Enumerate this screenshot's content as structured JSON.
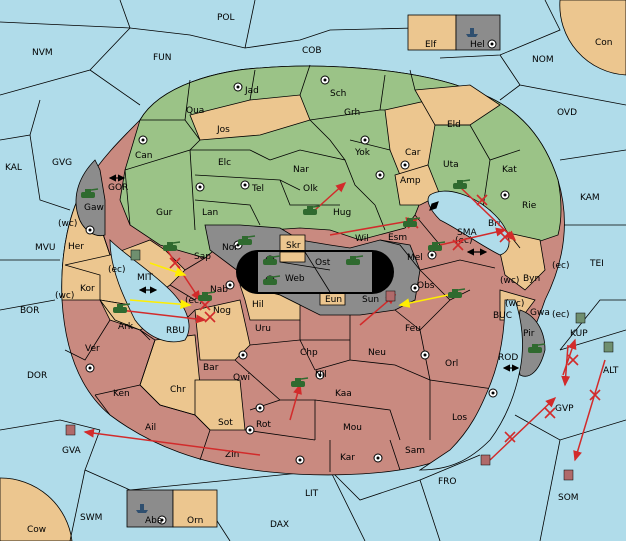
{
  "colors": {
    "sea": "#b0dcea",
    "neutral": "#e8c594",
    "green": "#9bc387",
    "red": "#c98a80",
    "gray": "#8c8c8c",
    "sand": "#ecc68f",
    "order_red": "#d22b2b",
    "order_yellow": "#ffee00"
  },
  "sea_labels": {
    "POL": "POL",
    "NVM": "NVM",
    "FUN": "FUN",
    "COB": "COB",
    "NOM": "NOM",
    "Con": "Con",
    "OVD": "OVD",
    "KAL": "KAL",
    "GVG": "GVG",
    "KAM": "KAM",
    "TEI": "TEI",
    "MVU": "MVU",
    "BOR": "BOR",
    "DOR": "DOR",
    "GVA": "GVA",
    "SWM": "SWM",
    "Cow": "Cow",
    "LIT": "LIT",
    "DAX": "DAX",
    "FRO": "FRO",
    "SOM": "SOM",
    "GVP": "GVP",
    "ALT": "ALT",
    "BUC": "BUC",
    "KUP": "KUP",
    "ROD": "ROD",
    "SMA": "SMA",
    "GOR": "GOR",
    "MIT": "MIT",
    "RBU": "RBU"
  },
  "land_labels": {
    "Elf": "Elf",
    "Hel": "Hel",
    "Jad": "Jad",
    "Sch": "Sch",
    "Qua": "Qua",
    "Jos": "Jos",
    "Grh": "Grh",
    "Eld": "Eld",
    "Can": "Can",
    "Yok": "Yok",
    "Car": "Car",
    "Uta": "Uta",
    "Kat": "Kat",
    "Elc": "Elc",
    "Nar": "Nar",
    "Olk": "Olk",
    "Amp": "Amp",
    "Tel": "Tel",
    "Lan": "Lan",
    "Gur": "Gur",
    "Hug": "Hug",
    "Rie": "Rie",
    "Bri": "Bri",
    "Gaw": "Gaw",
    "Nor": "Nor",
    "Skr": "Skr",
    "Wil": "Wil",
    "Esm": "Esm",
    "Her": "Her",
    "Sap": "Sap",
    "Ost": "Ost",
    "Mel": "Mel",
    "Byn": "Byn",
    "Web": "Web",
    "Kor": "Kor",
    "Nab": "Nab",
    "Obs": "Obs",
    "Gwa": "Gwa",
    "Eun": "Eun",
    "Sun": "Sun",
    "Hil": "Hil",
    "Ark": "Ark",
    "Nog": "Nog",
    "Pir": "Pir",
    "Uru": "Uru",
    "Feu": "Feu",
    "Ver": "Ver",
    "Chp": "Chp",
    "Neu": "Neu",
    "Orl": "Orl",
    "Bar": "Bar",
    "Qwi": "Qwi",
    "Ken": "Ken",
    "Nil": "Nil",
    "Chr": "Chr",
    "Kaa": "Kaa",
    "Sot": "Sot",
    "Rot": "Rot",
    "Los": "Los",
    "Ail": "Ail",
    "Mou": "Mou",
    "Sam": "Sam",
    "Zin": "Zin",
    "Kar": "Kar",
    "Aba": "Aba",
    "Orn": "Orn"
  },
  "coast_tags": {
    "wc1": "(wc)",
    "ec1": "(ec)",
    "wc2": "(wc)",
    "ec2": "(ec)",
    "wc3": "(wc)",
    "wc4": "(wc)",
    "ec3": "(ec)",
    "ec4": "(ec)",
    "ec5": "(ec)"
  }
}
